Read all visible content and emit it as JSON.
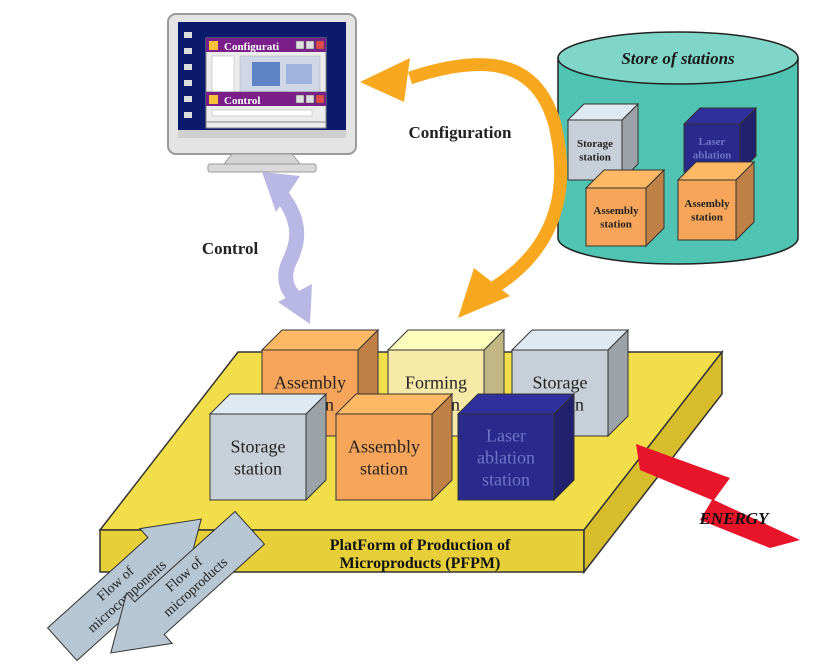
{
  "store": {
    "title": "Store of stations",
    "stations": [
      {
        "label_lines": [
          "Storage",
          "station"
        ],
        "color": "#c7d0d8"
      },
      {
        "label_lines": [
          "Laser",
          "ablation"
        ],
        "color": "#2a2a8c"
      },
      {
        "label_lines": [
          "Assembly",
          "station"
        ],
        "color": "#f6a55a"
      },
      {
        "label_lines": [
          "Assembly",
          "station"
        ],
        "color": "#f6a55a"
      }
    ]
  },
  "arrows": {
    "configuration": "Configuration",
    "control": "Control"
  },
  "monitor": {
    "windows": [
      {
        "title": "Configurati"
      },
      {
        "title": "Control"
      }
    ]
  },
  "platform": {
    "title_lines": [
      "PlatForm of Production of",
      "Microproducts (PFPM)"
    ],
    "color": "#f2de4a",
    "stations": [
      {
        "label_lines": [
          "Assembly",
          "station"
        ],
        "color": "#f6a55a"
      },
      {
        "label_lines": [
          "Forming",
          "station"
        ],
        "color": "#f7eaa9"
      },
      {
        "label_lines": [
          "Storage",
          "station"
        ],
        "color": "#c7d0d8"
      },
      {
        "label_lines": [
          "Storage",
          "station"
        ],
        "color": "#c7d0d8"
      },
      {
        "label_lines": [
          "Assembly",
          "station"
        ],
        "color": "#f6a55a"
      },
      {
        "label_lines": [
          "Laser",
          "ablation",
          "station"
        ],
        "color": "#2a2a8c"
      }
    ]
  },
  "flows": {
    "components": [
      "Flow of",
      "microcomponents"
    ],
    "products": [
      "Flow of",
      "microproducts"
    ]
  },
  "energy": {
    "label": "ENERGY",
    "color": "#e8142a"
  },
  "colors": {
    "config_arrow": "#f7a81e",
    "control_arrow": "#b9b7e3",
    "cylinder": "#4fc4b3",
    "flow_arrow": "#b6c6d2"
  }
}
